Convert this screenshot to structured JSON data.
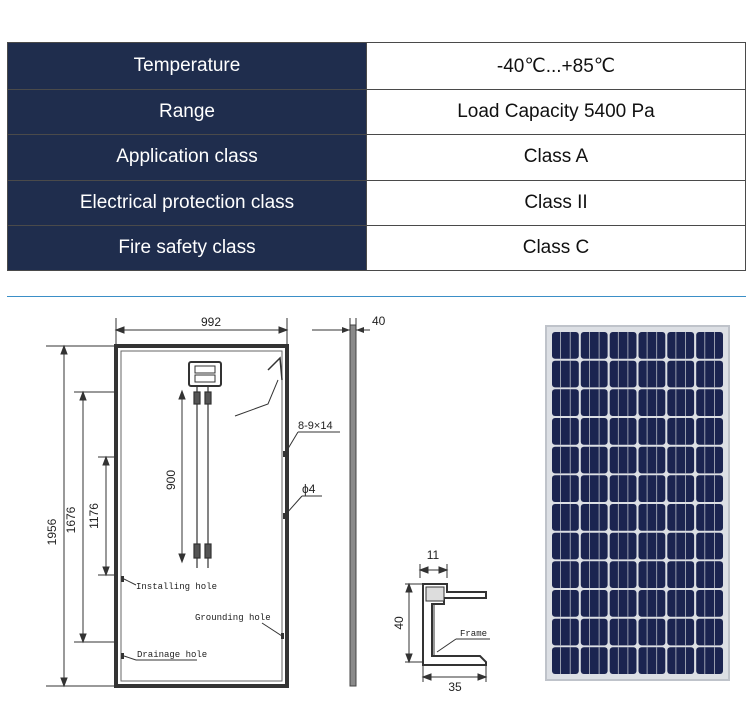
{
  "specs": [
    {
      "label": "Temperature",
      "value": "-40℃...+85℃"
    },
    {
      "label": "Range",
      "value": "Load Capacity 5400 Pa"
    },
    {
      "label": "Application class",
      "value": "Class A"
    },
    {
      "label": "Electrical protection class",
      "value": "Class II"
    },
    {
      "label": "Fire safety class",
      "value": "Class C"
    }
  ],
  "drawing": {
    "width_dim": "992",
    "thickness_dim": "40",
    "height_dim": "1956",
    "install_dim": "1676",
    "inner_dim": "1176",
    "cable_dim": "900",
    "hole_slot": "8-9×14",
    "hole_dia": "ϕ4",
    "installing_hole": "Installing hole",
    "grounding_hole": "Grounding hole",
    "drainage_hole": "Drainage hole",
    "frame_top_dim": "11",
    "frame_height_dim": "40",
    "frame_bottom_dim": "35",
    "frame_label": "Frame"
  },
  "colors": {
    "header_bg": "#1f2d4d",
    "separator": "#3b8fc7",
    "cell_color": "#1b2450",
    "busbar": "#b8bcc6"
  }
}
